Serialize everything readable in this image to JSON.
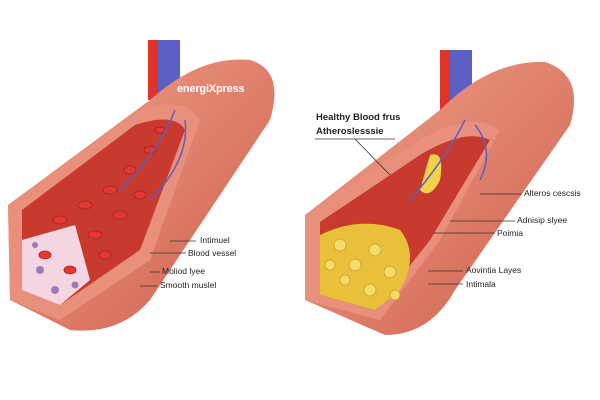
{
  "logo": "energiXpress",
  "left_vessel": {
    "labels": [
      "Intimuel",
      "Blood vessel",
      "Moliod lyee",
      "Smooth muslel"
    ]
  },
  "right_vessel": {
    "title_line1": "Healthy Blood frus",
    "title_line2": "Atheroslesssie",
    "labels": [
      "Alteros cescsis",
      "Adnisip slyee",
      "Poimia",
      "Aovintia Layes",
      "Intimala"
    ]
  },
  "colors": {
    "vessel_wall": "#e0826c",
    "lumen": "#c8392e",
    "vein": "#5a5fc4",
    "artery": "#e0342a",
    "plaque": "#e8c03a"
  }
}
